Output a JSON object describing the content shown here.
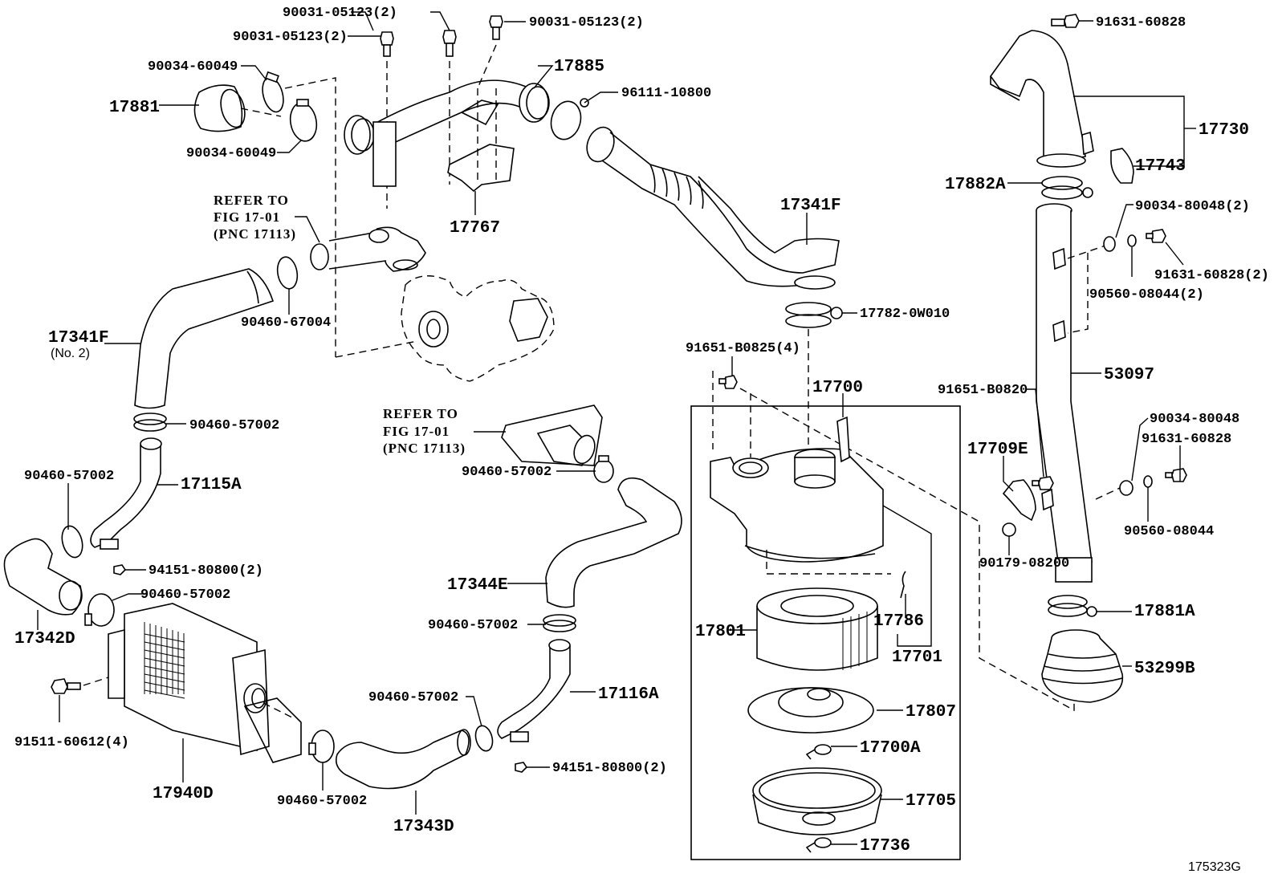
{
  "diagram": {
    "title": "Intercooler, air intake hose and air cleaner parts diagram",
    "figure_id": "175323G",
    "labels": {
      "bolt_90031_a": "90031-05123(2)",
      "bolt_90031_b": "90031-05123(2)",
      "bolt_90031_c": "90031-05123(2)",
      "clamp_90034_60049_a": "90034-60049",
      "clamp_90034_60049_b": "90034-60049",
      "hose_17881": "17881",
      "pipe_17885": "17885",
      "clamp_96111": "96111-10800",
      "bracket_17767": "17767",
      "hose_17341f_top": "17341F",
      "clamp_17782": "17782-0W010",
      "hose_17341f_no2": "17341F",
      "hose_17341f_no2_sub": "(No. 2)",
      "clamp_90460_67004": "90460-67004",
      "clamp_90460_57002_a": "90460-57002",
      "pipe_17115a": "17115A",
      "clamp_90460_57002_b": "90460-57002",
      "nut_94151_a": "94151-80800(2)",
      "clamp_90460_57002_c": "90460-57002",
      "hose_17342d": "17342D",
      "bolt_91511": "91511-60612(4)",
      "intercooler_17940d": "17940D",
      "clamp_90460_57002_d": "90460-57002",
      "hose_17343d": "17343D",
      "clamp_90460_57002_e": "90460-57002",
      "pipe_17116a": "17116A",
      "nut_94151_b": "94151-80800(2)",
      "clamp_90460_57002_f": "90460-57002",
      "hose_17344e": "17344E",
      "clamp_90460_57002_g": "90460-57002",
      "bolt_91651_b0825": "91651-B0825(4)",
      "cleaner_17700": "17700",
      "filter_17801": "17801",
      "clip_17786": "17786",
      "case_17701": "17701",
      "cap_17807": "17807",
      "nut_17700a": "17700A",
      "pan_17705": "17705",
      "nut_17736": "17736",
      "bolt_91631_60828_top": "91631-60828",
      "inlet_17730": "17730",
      "pad_17743": "17743",
      "clamp_17882a": "17882A",
      "grommet_90034_80048_2": "90034-80048(2)",
      "bolt_91631_60828_2": "91631-60828(2)",
      "collar_90560_08044_2": "90560-08044(2)",
      "pipe_53097": "53097",
      "bolt_91651_b0820": "91651-B0820",
      "bracket_17709e": "17709E",
      "nut_90179_08200": "90179-08200",
      "grommet_90034_80048": "90034-80048",
      "bolt_91631_60828": "91631-60828",
      "collar_90560_08044": "90560-08044",
      "clamp_17881a": "17881A",
      "boot_53299b": "53299B"
    },
    "refer_notes": {
      "note_a": {
        "line1": "REFER TO",
        "line2": "FIG 17-01",
        "line3": "(PNC 17113)"
      },
      "note_b": {
        "line1": "REFER TO",
        "line2": "FIG 17-01",
        "line3": "(PNC 17113)"
      }
    }
  }
}
